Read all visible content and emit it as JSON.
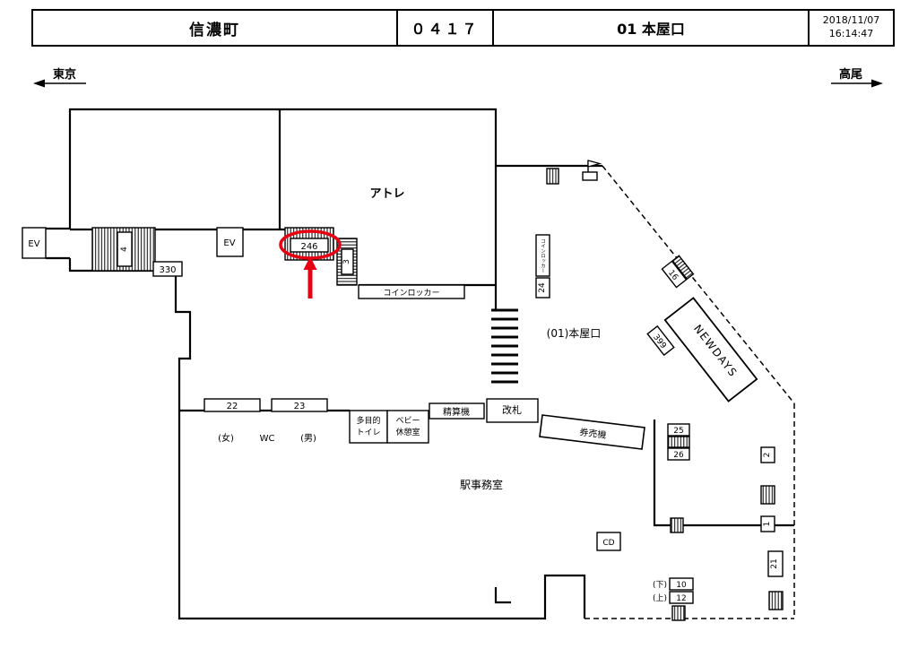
{
  "header": {
    "station_name": "信濃町",
    "station_code": "０４１７",
    "gate_name": "01 本屋口",
    "date": "2018/11/07",
    "time": "16:14:47"
  },
  "directions": {
    "left_label": "東京",
    "right_label": "高尾"
  },
  "map": {
    "highlight_color": "#e60012",
    "areas": {
      "atre": "アトレ",
      "entrance_name": "(01)本屋口",
      "office": "駅事務室",
      "newdays": "NEWDAYS"
    },
    "facilities": {
      "ev": "EV",
      "coin_locker": "コインロッカー",
      "coin_locker_tower": "コインロッカー",
      "gate": "改札",
      "fare_adjustment": "精算機",
      "ticket_machines": "券売機",
      "multi_toilet_l1": "多目的",
      "multi_toilet_l2": "トイレ",
      "baby_room_l1": "ベビー",
      "baby_room_l2": "休憩室",
      "wc": "WC",
      "women": "(女)",
      "men": "(男)",
      "cd": "CD",
      "down": "(下)",
      "up": "(上)"
    },
    "signs": {
      "s4": "4",
      "s330": "330",
      "s246": "246",
      "s3": "3",
      "s24": "24",
      "s16": "16",
      "s399": "399",
      "s22": "22",
      "s23": "23",
      "s25": "25",
      "s26": "26",
      "s2": "2",
      "s1": "1",
      "s21": "21",
      "s10": "10",
      "s12": "12"
    }
  }
}
